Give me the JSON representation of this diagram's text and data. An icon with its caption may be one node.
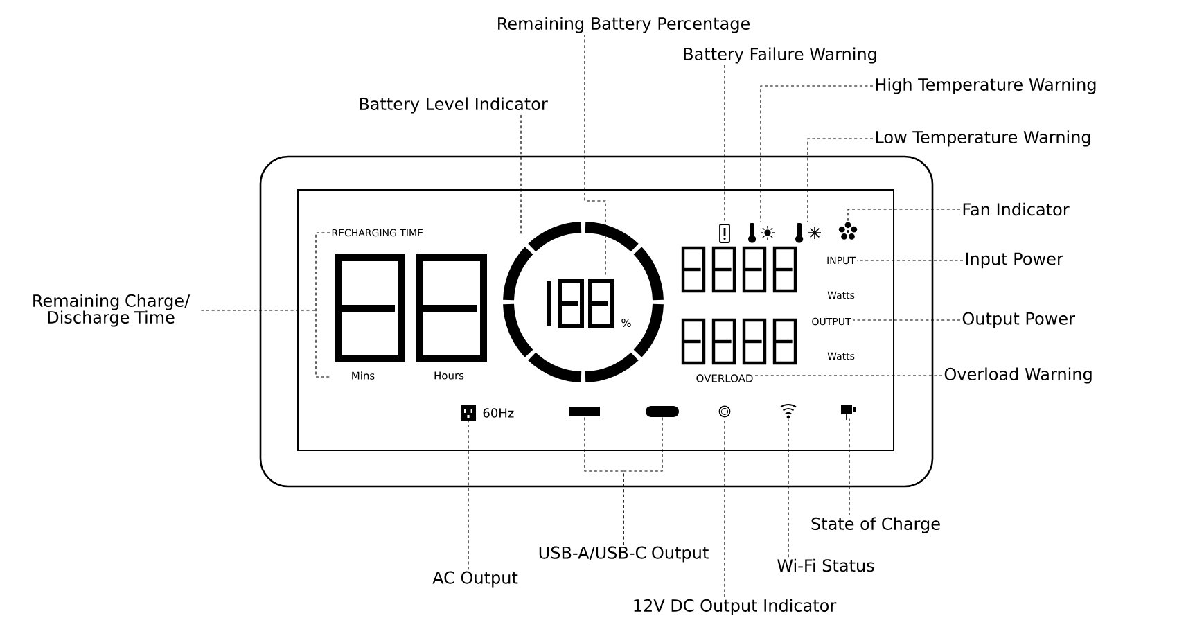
{
  "diagram": {
    "nodes": [
      {
        "text": [
          "Remaining Battery Percentage"
        ]
      },
      {
        "text": [
          "Battery Failure Warning"
        ]
      },
      {
        "text": [
          "High Temperature Warning"
        ]
      },
      {
        "text": [
          "Low Temperature Warning"
        ]
      },
      {
        "text": [
          "Battery Level Indicator"
        ]
      },
      {
        "text": [
          "Fan Indicator"
        ]
      },
      {
        "text": [
          "Input Power"
        ]
      },
      {
        "text": [
          "Output Power"
        ]
      },
      {
        "text": [
          "Overload Warning"
        ]
      },
      {
        "text": [
          "Remaining Charge/ Discharge Time"
        ]
      },
      {
        "text": [
          "State of Charge"
        ]
      },
      {
        "text": [
          "USB-A/USB-C Output"
        ]
      },
      {
        "text": [
          "AC Output"
        ]
      },
      {
        "text": [
          "Wi-Fi Status"
        ]
      },
      {
        "text": [
          "12V DC Output Indicator"
        ]
      },
      {
        "text": [],
        "shape": "digits"
      },
      {
        "text": [],
        "shape": "ring"
      },
      {
        "text": [],
        "shape": "digits",
        "in": 16
      },
      {
        "text": [],
        "shape": "battery"
      },
      {
        "text": [],
        "shape": "thermometer"
      },
      {
        "text": [],
        "shape": "thermometer"
      },
      {
        "text": [],
        "shape": "fan"
      },
      {
        "text": [
          "INPUT"
        ]
      },
      {
        "text": [
          "OUTPUT"
        ]
      },
      {
        "text": [
          "OVERLOAD"
        ]
      },
      {
        "text": [],
        "shape": "socket"
      },
      {
        "text": [],
        "shape": "box"
      },
      {
        "text": [],
        "shape": "box"
      },
      {
        "text": [],
        "shape": "circle"
      },
      {
        "text": [],
        "shape": "wifi"
      },
      {
        "text": [],
        "shape": "battery"
      },
      {
        "text": [],
        "shape": "digits"
      },
      {
        "text": [],
        "shape": "digits"
      }
    ],
    "edges": [
      {
        "from": 0,
        "to": 17,
        "arrow": "none"
      },
      {
        "from": 1,
        "to": 18,
        "arrow": "none"
      },
      {
        "from": 2,
        "to": 19,
        "arrow": "none"
      },
      {
        "from": 3,
        "to": 20,
        "arrow": "none"
      },
      {
        "from": 4,
        "to": 16,
        "arrow": "none"
      },
      {
        "from": 5,
        "to": 21,
        "arrow": "none"
      },
      {
        "from": 6,
        "to": 22,
        "arrow": "none"
      },
      {
        "from": 7,
        "to": 23,
        "arrow": "none"
      },
      {
        "from": 8,
        "to": 24,
        "arrow": "none"
      },
      {
        "from": 9,
        "to": 15,
        "arrow": "none"
      },
      {
        "from": 10,
        "to": 30,
        "arrow": "none"
      },
      {
        "from": 11,
        "to": 26,
        "arrow": "none"
      },
      {
        "from": 11,
        "to": 27,
        "arrow": "none"
      },
      {
        "from": 12,
        "to": 25,
        "arrow": "none"
      },
      {
        "from": 13,
        "to": 29,
        "arrow": "none"
      },
      {
        "from": 14,
        "to": 28,
        "arrow": "none"
      }
    ],
    "labels": [
      "RECHARGING TIME",
      "%",
      "Watts",
      "Watts",
      "Mins",
      "Hours",
      "60Hz"
    ]
  }
}
